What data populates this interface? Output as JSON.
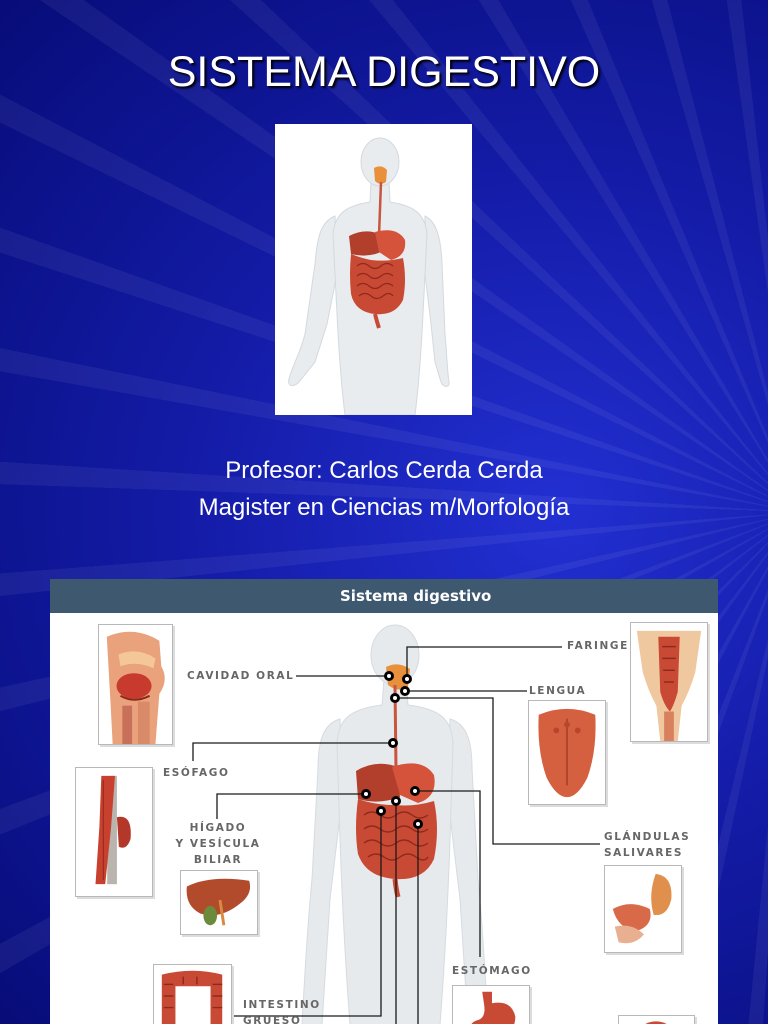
{
  "slide": {
    "title": "SISTEMA DIGESTIVO",
    "professor": "Profesor: Carlos Cerda Cerda",
    "degree": "Magister en Ciencias m/Morfología"
  },
  "diagram": {
    "header": "Sistema digestivo",
    "labels": {
      "cavidad_oral": "CAVIDAD ORAL",
      "faringe": "FARINGE",
      "lengua": "LENGUA",
      "esofago": "ESÓFAGO",
      "higado": [
        "HÍGADO",
        "Y VESÍCULA",
        "BILIAR"
      ],
      "glandulas": [
        "GLÁNDULAS",
        "SALIVARES"
      ],
      "estomago": "ESTÓMAGO",
      "intestino": [
        "INTESTINO",
        "GRUESO"
      ]
    }
  },
  "colors": {
    "background": "#141ca8",
    "header_bar": "#3e5870",
    "label_text": "#666666",
    "organ_red": "#c94a34",
    "body_silhouette": "#e6eaed"
  }
}
